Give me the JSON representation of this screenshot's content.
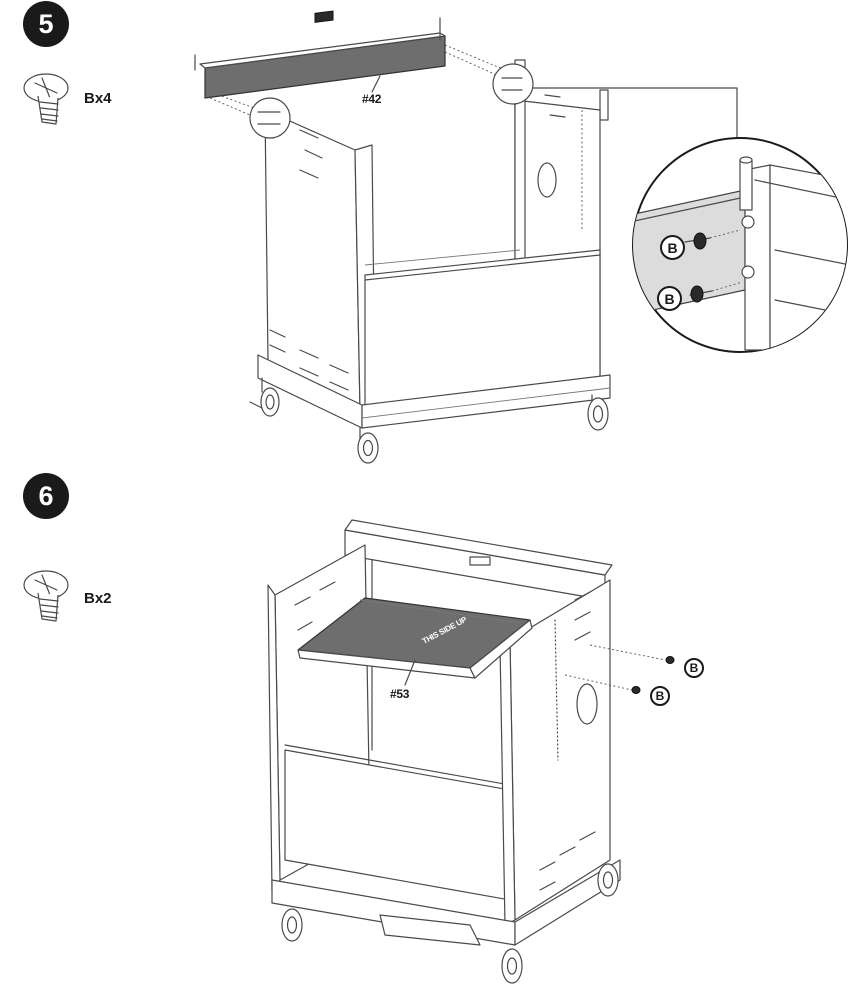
{
  "steps": [
    {
      "number": "5",
      "hardware_qty": "Bx4",
      "part_label": "#42",
      "callout_letter": "B",
      "hardware_icon": "screw-icon"
    },
    {
      "number": "6",
      "hardware_qty": "Bx2",
      "part_label": "#53",
      "callout_letter": "B",
      "panel_text": "THIS SIDE UP",
      "hardware_icon": "screw-icon"
    }
  ],
  "colors": {
    "ink": "#1a1a1a",
    "part_fill": "#6e6e6e"
  }
}
